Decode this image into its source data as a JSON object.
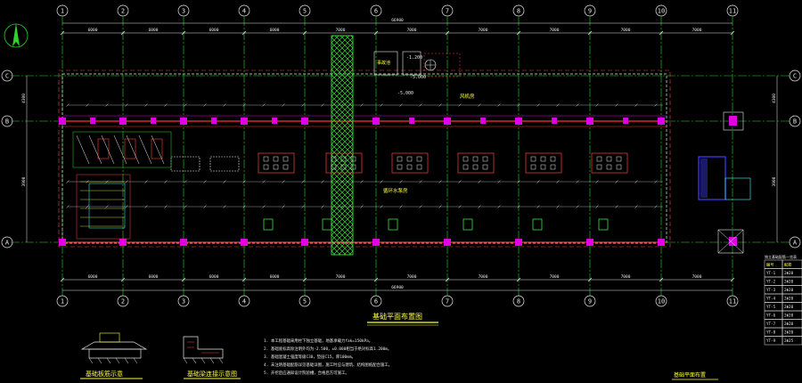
{
  "grid": {
    "columns": [
      "1",
      "2",
      "3",
      "4",
      "5",
      "6",
      "7",
      "8",
      "9",
      "10",
      "11"
    ],
    "rows": [
      "C",
      "B",
      "A"
    ],
    "spans_top": [
      "6000",
      "6000",
      "6000",
      "6000",
      "7000",
      "7000",
      "7000",
      "7000",
      "7000",
      "7000"
    ],
    "spans_bottom": [
      "6000",
      "6000",
      "6000",
      "6000",
      "7000",
      "7000",
      "7000",
      "7000",
      "7000",
      "7000"
    ],
    "total_top": "66900",
    "total_bottom": "66900",
    "left_dims": [
      "4300",
      "3900"
    ],
    "right_dims": [
      "4300",
      "3900"
    ]
  },
  "plan_title": "基础平面布置图",
  "annotations": {
    "fan_room": "风机房",
    "pump_room": "循环水泵房",
    "pool_label": "事故池",
    "elev_1": "-5.000",
    "elev_2": "-1.200",
    "elev_3": "-5.000"
  },
  "detail_left_title": "基础板筋示意",
  "detail_mid_title": "基础梁连接示意图",
  "notes": [
    "1. 本工程基础采用柱下独立基础，地基承载力fak=150kPa。",
    "2. 基础底标高除注明外均为-2.500，±0.000相当于绝对标高1.200m。",
    "3. 基础混凝土强度等级C30，垫层C15，厚100mm。",
    "4. 未注明基础配筋详见基础详图，施工时应与建筑、结构图纸配合施工。",
    "5. 开挖后应通知设计院验槽，合格后方可施工。"
  ],
  "table": {
    "title": "独立基础配筋一览表",
    "header": [
      "编号",
      "配筋"
    ],
    "rows": [
      [
        "YT-1",
        "2Φ20"
      ],
      [
        "YT-2",
        "2Φ20"
      ],
      [
        "YT-3",
        "2Φ20"
      ],
      [
        "YT-4",
        "2Φ20"
      ],
      [
        "YT-5",
        "2Φ20"
      ],
      [
        "YT-6",
        "2Φ20"
      ],
      [
        "YT-7",
        "2Φ20"
      ],
      [
        "YT-8",
        "2Φ20"
      ],
      [
        "YT-9",
        "2Φ25"
      ]
    ]
  },
  "drawing_name": "基础平面布置",
  "colors": {
    "background": "#000000",
    "grid_line": "#29d629",
    "axis_bubble": "#e8e8e8",
    "dimension": "#e8e8e8",
    "column": "#e100e1",
    "beam": "#ff3030",
    "hatch": "#3cff3c",
    "foundation": "#ff4040",
    "text_yellow": "#ffff40",
    "text_cyan": "#40ffff",
    "highlight_blue": "#4040ff"
  }
}
